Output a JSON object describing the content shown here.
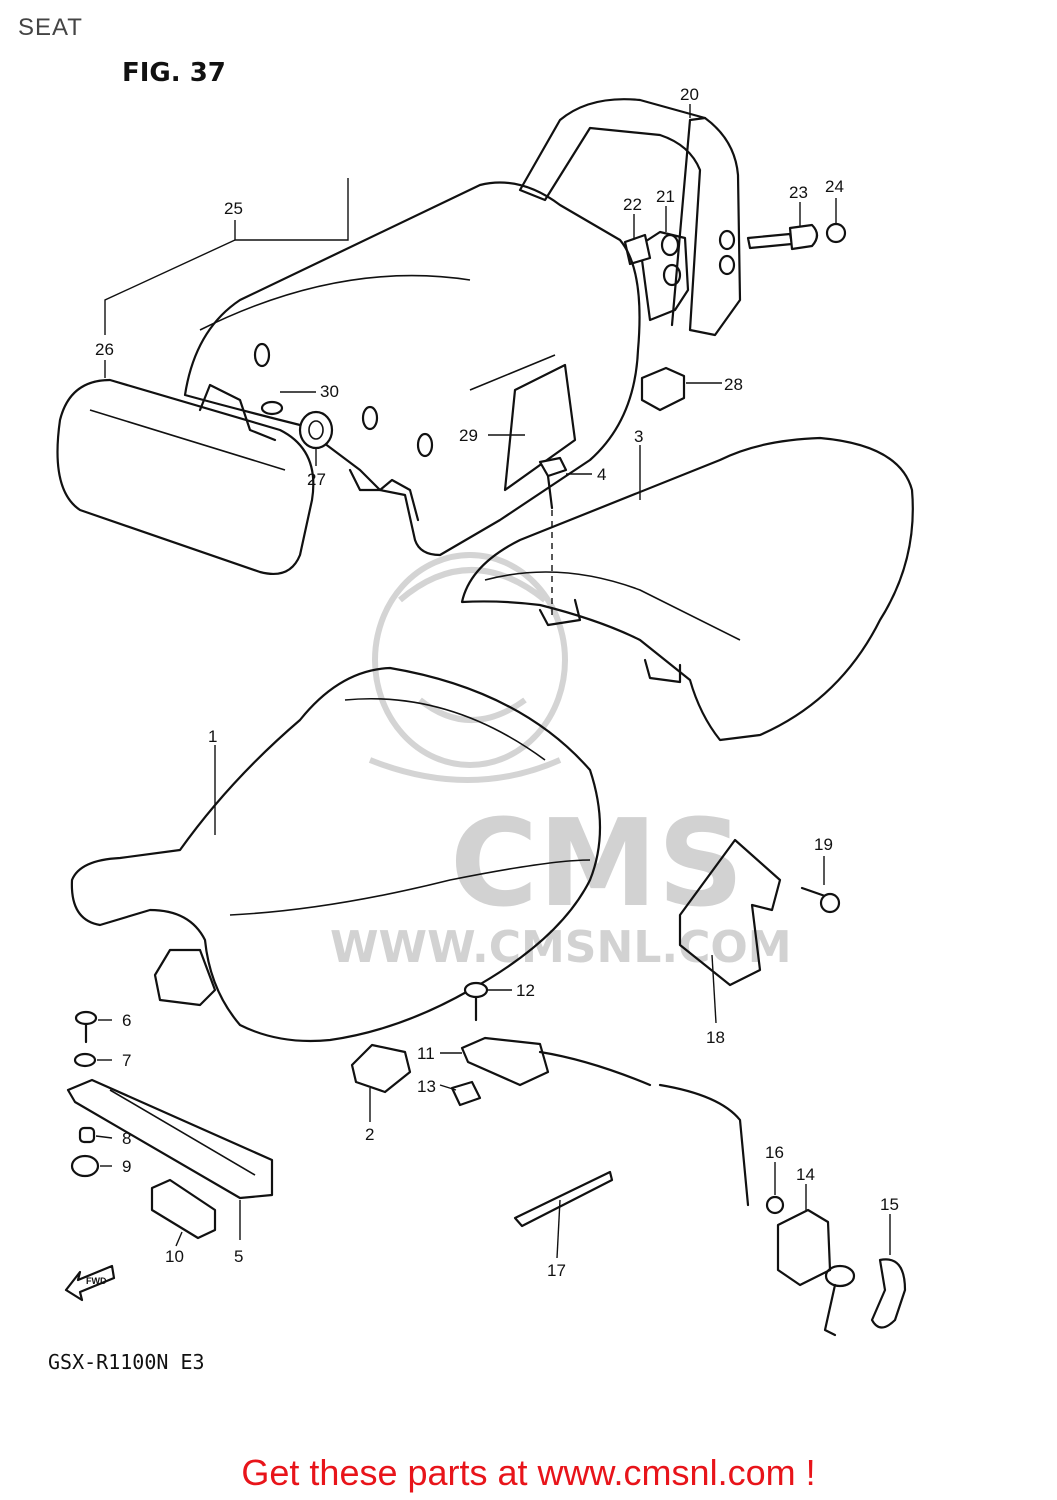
{
  "page": {
    "title": "SEAT",
    "figure": "FIG. 37",
    "model": "GSX-R1100N E3",
    "footer": "Get these parts at www.cmsnl.com !"
  },
  "watermark": {
    "brand": "CMS",
    "url": "WWW.CMSNL.COM"
  },
  "direction_marker": "FWD",
  "callouts": [
    "1",
    "2",
    "3",
    "4",
    "5",
    "6",
    "7",
    "8",
    "9",
    "10",
    "11",
    "12",
    "13",
    "14",
    "15",
    "16",
    "17",
    "18",
    "19",
    "20",
    "21",
    "22",
    "23",
    "24",
    "25",
    "26",
    "27",
    "28",
    "29",
    "30"
  ]
}
